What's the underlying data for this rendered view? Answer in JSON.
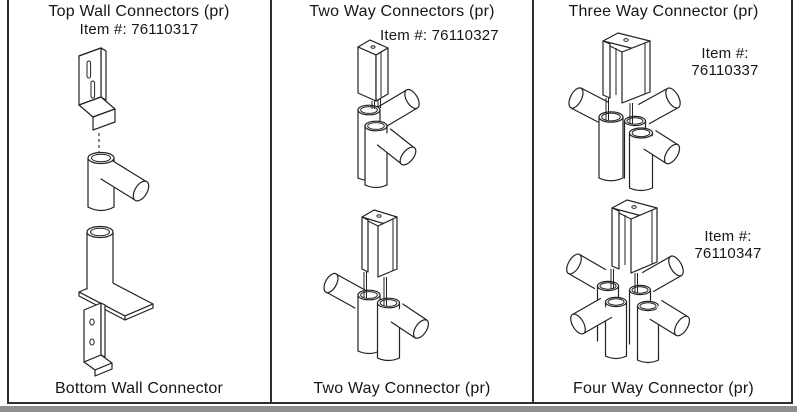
{
  "page": {
    "background": "#ffffff",
    "border_color": "#2e2e2e",
    "line_color": "#222222",
    "shadow_band_color": "#8f8f8f"
  },
  "panels": [
    {
      "title": "Top Wall Connectors (pr)",
      "item_text": "Item #: 76110317",
      "bottom_label": "Bottom Wall Connector",
      "figures": [
        "top-wall-connector",
        "bottom-wall-connector"
      ]
    },
    {
      "title": "Two Way Connectors (pr)",
      "item_text": "Item #: 76110327",
      "bottom_label": "Two Way Connector (pr)",
      "figures": [
        "two-way-connector-upper",
        "two-way-connector-lower"
      ]
    },
    {
      "title": "Three Way Connector (pr)",
      "item_top_label": "Item #:",
      "item_top_number": "76110337",
      "item_bottom_label": "Item #:",
      "item_bottom_number": "76110347",
      "bottom_label": "Four Way Connector (pr)",
      "figures": [
        "three-way-connector",
        "four-way-connector"
      ]
    }
  ]
}
